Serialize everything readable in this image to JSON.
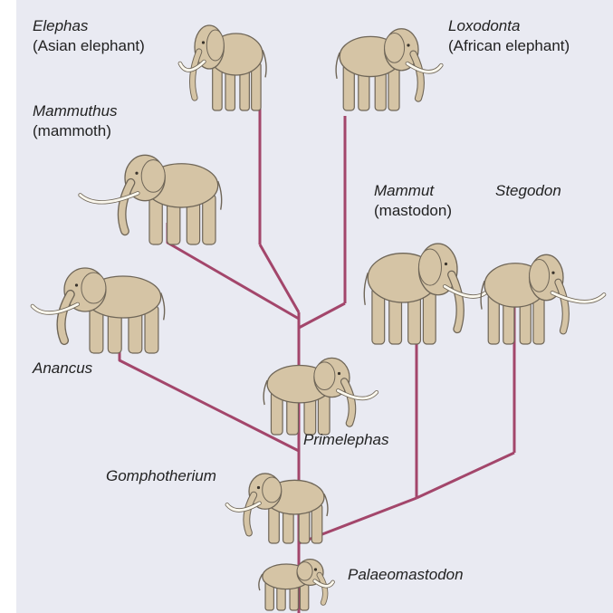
{
  "colors": {
    "background": "#e9eaf2",
    "branch": "#a3466b",
    "body": "#d5c4a5",
    "outline": "#6f6658",
    "tusk": "#fbf8ee"
  },
  "taxa": [
    {
      "id": "elephas",
      "genus": "Elephas",
      "common": "(Asian elephant)"
    },
    {
      "id": "loxodonta",
      "genus": "Loxodonta",
      "common": "(African elephant)"
    },
    {
      "id": "mammuthus",
      "genus": "Mammuthus",
      "common": "(mammoth)"
    },
    {
      "id": "mammut",
      "genus": "Mammut",
      "common": "(mastodon)"
    },
    {
      "id": "stegodon",
      "genus": "Stegodon",
      "common": ""
    },
    {
      "id": "anancus",
      "genus": "Anancus",
      "common": ""
    },
    {
      "id": "primelephas",
      "genus": "Primelephas",
      "common": ""
    },
    {
      "id": "gomphotherium",
      "genus": "Gomphotherium",
      "common": ""
    },
    {
      "id": "palaeomastodon",
      "genus": "Palaeomastodon",
      "common": ""
    }
  ]
}
